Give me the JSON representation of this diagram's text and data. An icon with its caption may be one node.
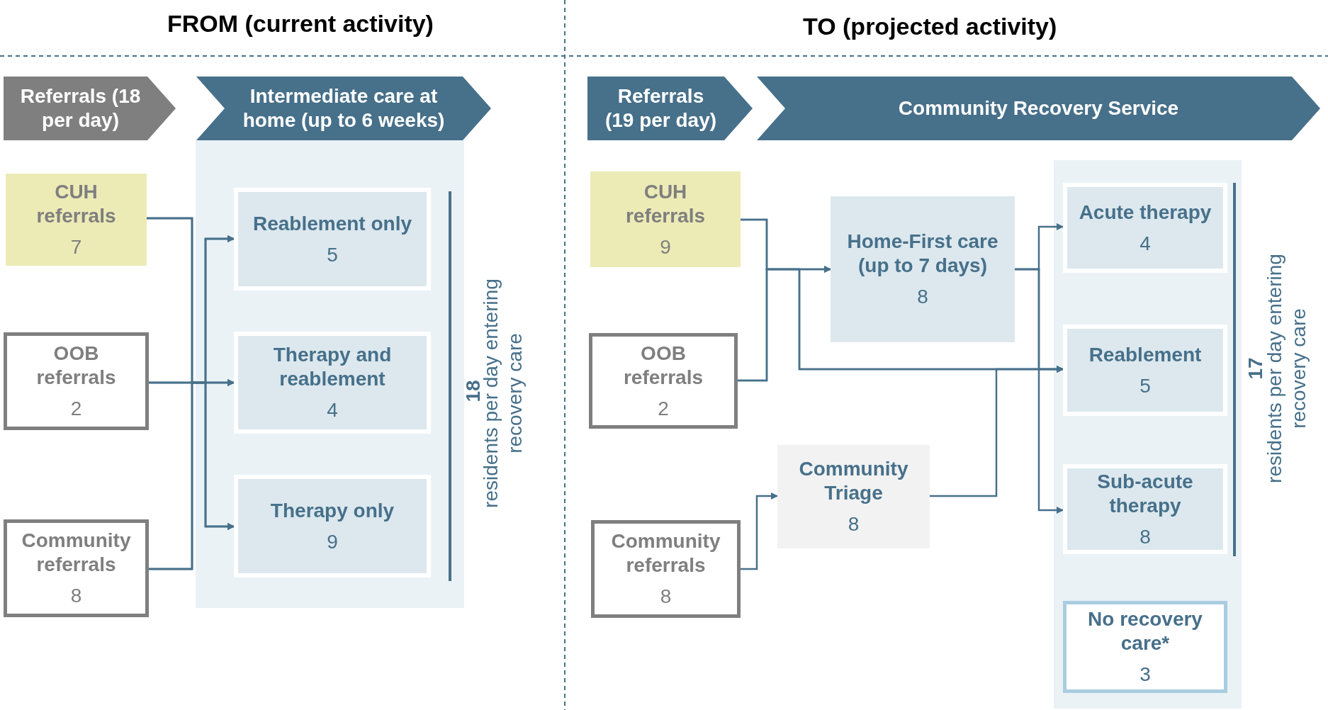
{
  "diagram": {
    "nodes": [
      {
        "text": [
          "Referrals (18 per day)"
        ]
      },
      {
        "text": [
          "Intermediate care at home (up to 6 weeks)"
        ]
      },
      {
        "text": [
          "CUH referrals",
          "7"
        ]
      },
      {
        "text": [
          "OOB referrals",
          "2"
        ]
      },
      {
        "text": [
          "Community referrals",
          "8"
        ]
      },
      {
        "text": [
          "Reablement only",
          "5"
        ]
      },
      {
        "text": [
          "Therapy and reablement",
          "4"
        ]
      },
      {
        "text": [
          "Therapy only",
          "9"
        ]
      },
      {
        "text": [
          "Referrals (19 per day)"
        ]
      },
      {
        "text": [
          "Community Recovery Service"
        ]
      },
      {
        "text": [
          "CUH referrals",
          "9"
        ]
      },
      {
        "text": [
          "OOB referrals",
          "2"
        ]
      },
      {
        "text": [
          "Community referrals",
          "8"
        ]
      },
      {
        "text": [
          "Home-First care (up to 7 days)",
          "8"
        ]
      },
      {
        "text": [
          "Community Triage",
          "8"
        ]
      },
      {
        "text": [
          "Acute therapy",
          "4"
        ]
      },
      {
        "text": [
          "Reablement",
          "5"
        ]
      },
      {
        "text": [
          "Sub-acute therapy",
          "8"
        ]
      },
      {
        "text": [
          "No recovery care*",
          "3"
        ]
      }
    ],
    "edges": [
      {
        "from": 2,
        "to": 5,
        "arrow": "to"
      },
      {
        "from": 2,
        "to": 6,
        "arrow": "to"
      },
      {
        "from": 2,
        "to": 7,
        "arrow": "to"
      },
      {
        "from": 3,
        "to": 5,
        "arrow": "to"
      },
      {
        "from": 3,
        "to": 6,
        "arrow": "to"
      },
      {
        "from": 3,
        "to": 7,
        "arrow": "to"
      },
      {
        "from": 4,
        "to": 5,
        "arrow": "to"
      },
      {
        "from": 4,
        "to": 6,
        "arrow": "to"
      },
      {
        "from": 4,
        "to": 7,
        "arrow": "to"
      },
      {
        "from": 10,
        "to": 13,
        "arrow": "to"
      },
      {
        "from": 11,
        "to": 13,
        "arrow": "to"
      },
      {
        "from": 10,
        "to": 16,
        "arrow": "to"
      },
      {
        "from": 11,
        "to": 16,
        "arrow": "to"
      },
      {
        "from": 12,
        "to": 14,
        "arrow": "to"
      },
      {
        "from": 14,
        "to": 16,
        "arrow": "to"
      },
      {
        "from": 13,
        "to": 15,
        "arrow": "to"
      },
      {
        "from": 13,
        "to": 16,
        "arrow": "to"
      },
      {
        "from": 13,
        "to": 17,
        "arrow": "to"
      }
    ],
    "labels": [
      "FROM (current activity)",
      "TO (projected activity)",
      "18",
      "residents per day entering recovery care",
      "17",
      "residents per day entering recovery care"
    ]
  }
}
